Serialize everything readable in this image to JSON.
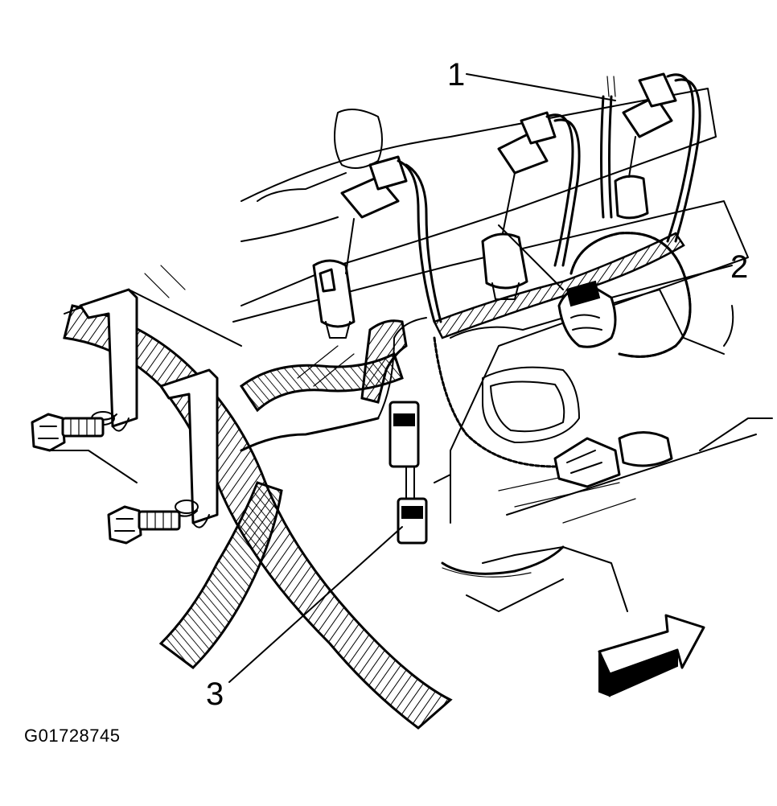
{
  "figure": {
    "id": "G01728745"
  },
  "callouts": [
    {
      "label": "1"
    },
    {
      "label": "2"
    },
    {
      "label": "3"
    }
  ],
  "icons": {
    "direction_arrow": "front-direction-arrow-icon",
    "bolt": "bolt-icon",
    "connector": "electrical-connector-icon"
  }
}
